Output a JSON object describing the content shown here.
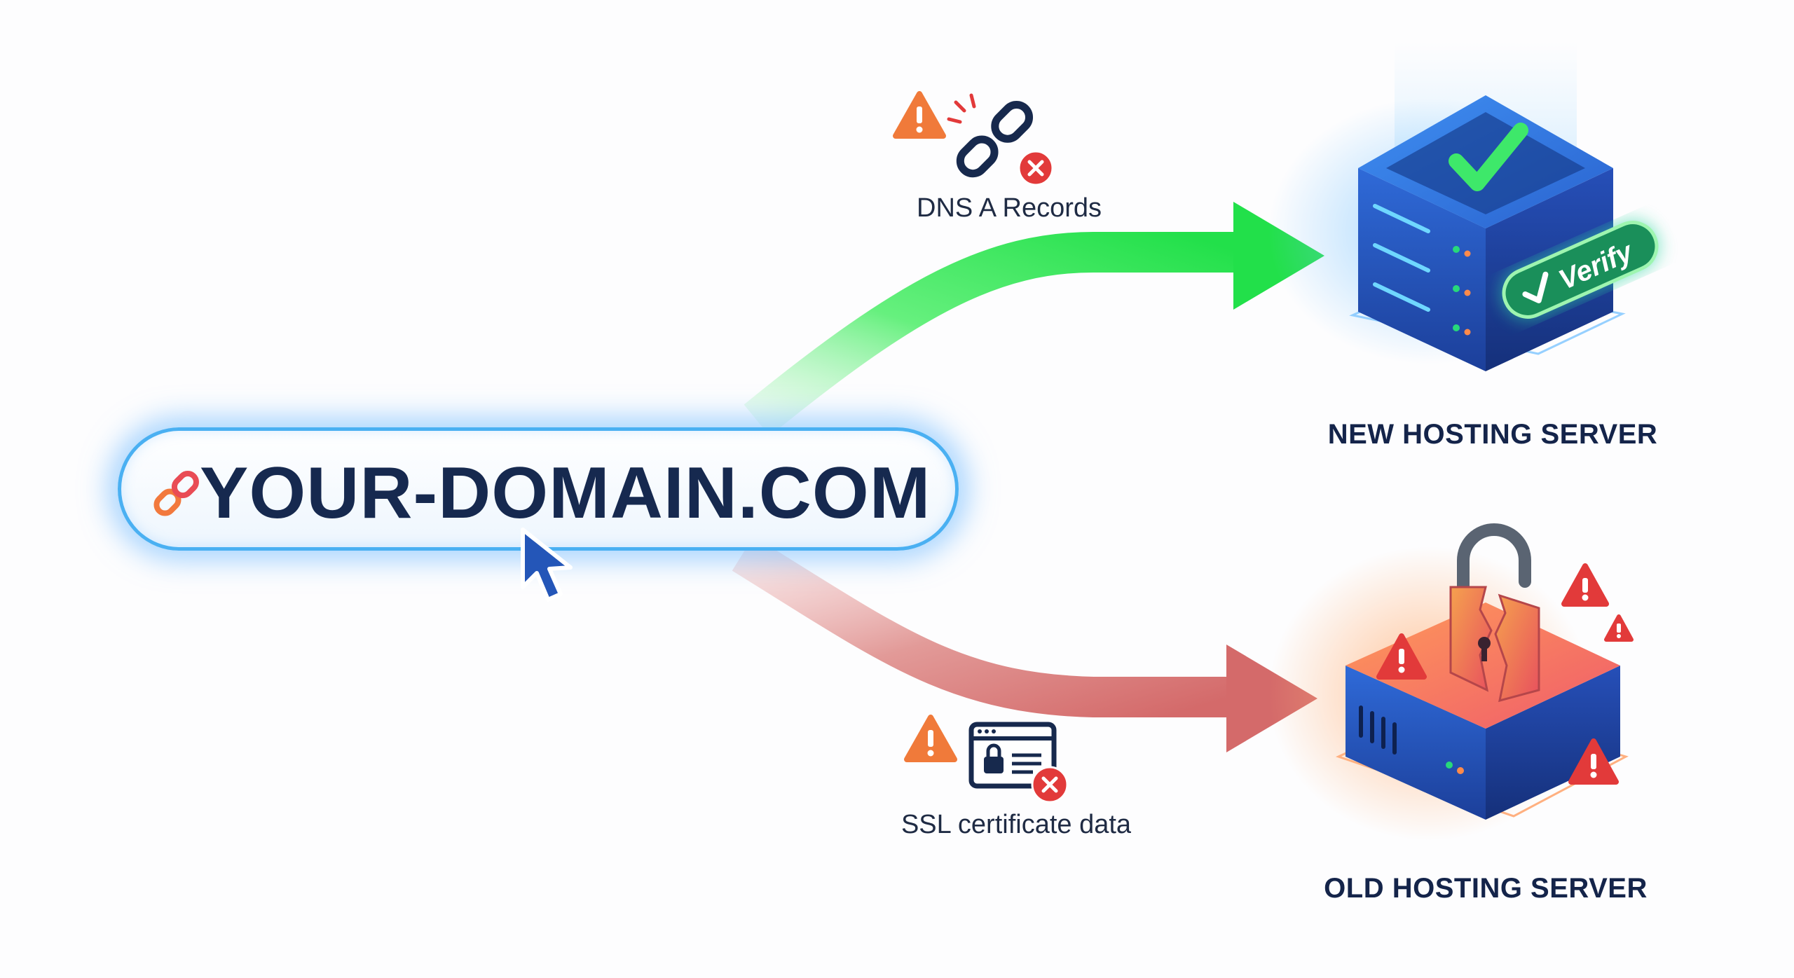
{
  "domain": {
    "name": "YOUR-DOMAIN.COM",
    "icon": "link-icon"
  },
  "dns_issue": {
    "label": "DNS A Records",
    "icons": [
      "warning-icon",
      "broken-link-icon",
      "error-x-icon"
    ]
  },
  "ssl_issue": {
    "label": "SSL certificate data",
    "icons": [
      "warning-icon",
      "certificate-lock-icon",
      "error-x-icon"
    ]
  },
  "new_server": {
    "label": "NEW HOSTING SERVER",
    "badge": "Verify",
    "status": "check-icon"
  },
  "old_server": {
    "label": "OLD HOSTING SERVER",
    "status": "broken-padlock-icon"
  },
  "colors": {
    "new_path": "#22e04a",
    "old_path": "#d46a6a",
    "warning": "#f07a3a",
    "error": "#e23a3a",
    "server_blue": "#2f6fd6",
    "navy_text": "#16294f"
  }
}
